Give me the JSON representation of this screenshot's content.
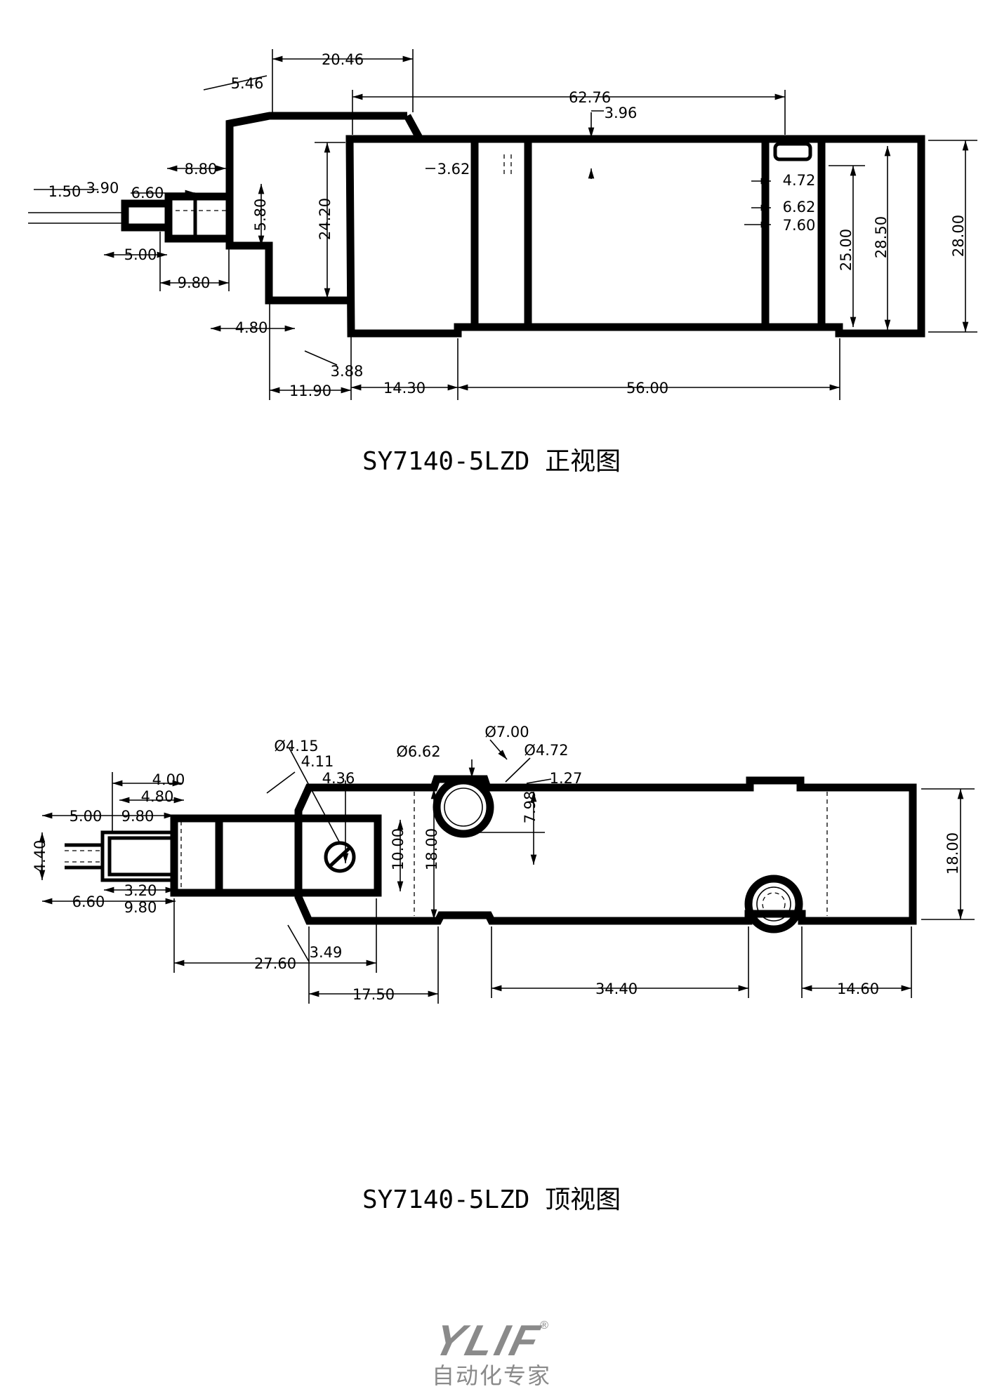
{
  "front_view": {
    "caption": "SY7140-5LZD 正视图",
    "dims": [
      "20.46",
      "5.46",
      "62.76",
      "3.96",
      "3.62",
      "8.80",
      "1.50",
      "3.90",
      "6.60",
      "5.80",
      "24.20",
      "4.72",
      "6.62",
      "7.60",
      "25.00",
      "28.50",
      "28.00",
      "5.00",
      "9.80",
      "4.80",
      "3.88",
      "11.90",
      "14.30",
      "56.00"
    ]
  },
  "top_view": {
    "caption": "SY7140-5LZD 顶视图",
    "dims": [
      "Ø4.15",
      "4.11",
      "4.36",
      "Ø6.62",
      "Ø7.00",
      "Ø4.72",
      "1.27",
      "7.98",
      "4.00",
      "4.80",
      "5.00",
      "9.80",
      "4.40",
      "10.00",
      "18.00",
      "18.00",
      "3.20",
      "6.60",
      "9.80",
      "3.49",
      "27.60",
      "17.50",
      "34.40",
      "14.60"
    ]
  },
  "logo": {
    "mark": "YLIF",
    "registered": "®",
    "tagline": "自动化专家"
  }
}
